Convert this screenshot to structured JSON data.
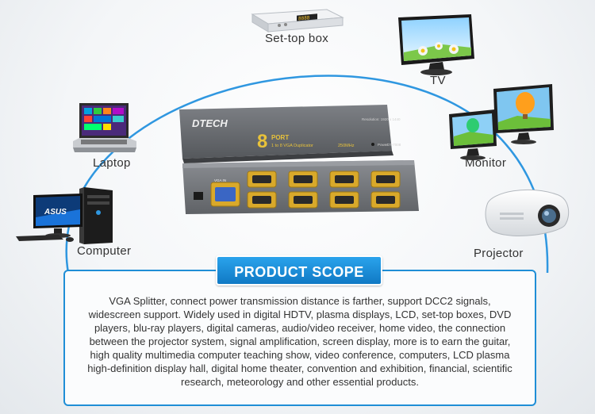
{
  "devices": {
    "settop": {
      "label": "Set-top box",
      "display": "8888"
    },
    "tv": {
      "label": "TV"
    },
    "laptop": {
      "label": "Laptop"
    },
    "monitor": {
      "label": "Monitor"
    },
    "computer": {
      "label": "Computer",
      "brand": "ASUS"
    },
    "projector": {
      "label": "Projector"
    }
  },
  "splitter": {
    "brand": "DTECH",
    "port_number": "8",
    "port_word": "PORT",
    "subtitle": "1 to 8 VGA Duplicator",
    "frequency": "250MHz",
    "power_label": "Power",
    "model": "DT-7008",
    "resolution": "Resolution: 1920 x 1440",
    "vga_in_label": "VGA IN"
  },
  "scope": {
    "title": "PRODUCT SCOPE",
    "text": "VGA Splitter, connect power transmission distance is farther, support DCC2 signals, widescreen support. Widely used in digital HDTV, plasma displays, LCD, set-top boxes, DVD players, blu-ray players, digital cameras, audio/video receiver, home video, the connection between the projector system, signal amplification, screen display, more is to earn the guitar, high quality multimedia computer teaching show, video conference, computers, LCD plasma high-definition display hall, digital home theater, convention and exhibition, financial, scientific research, meteorology and other essential products."
  },
  "colors": {
    "accent": "#1f8ed6",
    "arc": "#2f97e0",
    "splitter_gold": "#e8c23a"
  }
}
